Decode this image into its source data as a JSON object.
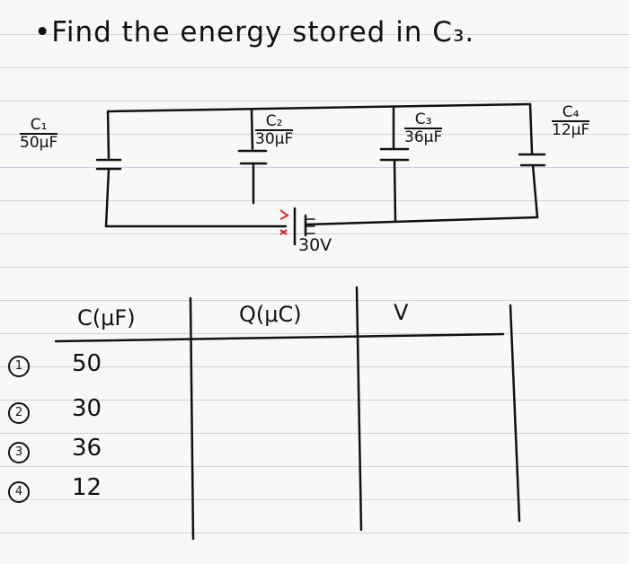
{
  "problem": {
    "title": "•Find the energy stored in C₃."
  },
  "circuit": {
    "capacitors": [
      {
        "name": "C₁",
        "value": "50μF"
      },
      {
        "name": "C₂",
        "value": "30μF"
      },
      {
        "name": "C₃",
        "value": "36μF"
      },
      {
        "name": "C₄",
        "value": "12μF"
      }
    ],
    "battery": "30V"
  },
  "table": {
    "headers": [
      "C(μF)",
      "Q(μC)",
      "V"
    ],
    "rows": [
      {
        "index": "1",
        "c": "50"
      },
      {
        "index": "2",
        "c": "30"
      },
      {
        "index": "3",
        "c": "36"
      },
      {
        "index": "4",
        "c": "12"
      }
    ]
  },
  "colors": {
    "ink": "#111111",
    "paper": "#f8f8f6",
    "rule_lines": "#c9d3df",
    "battery_marks": "#d12a2a"
  }
}
